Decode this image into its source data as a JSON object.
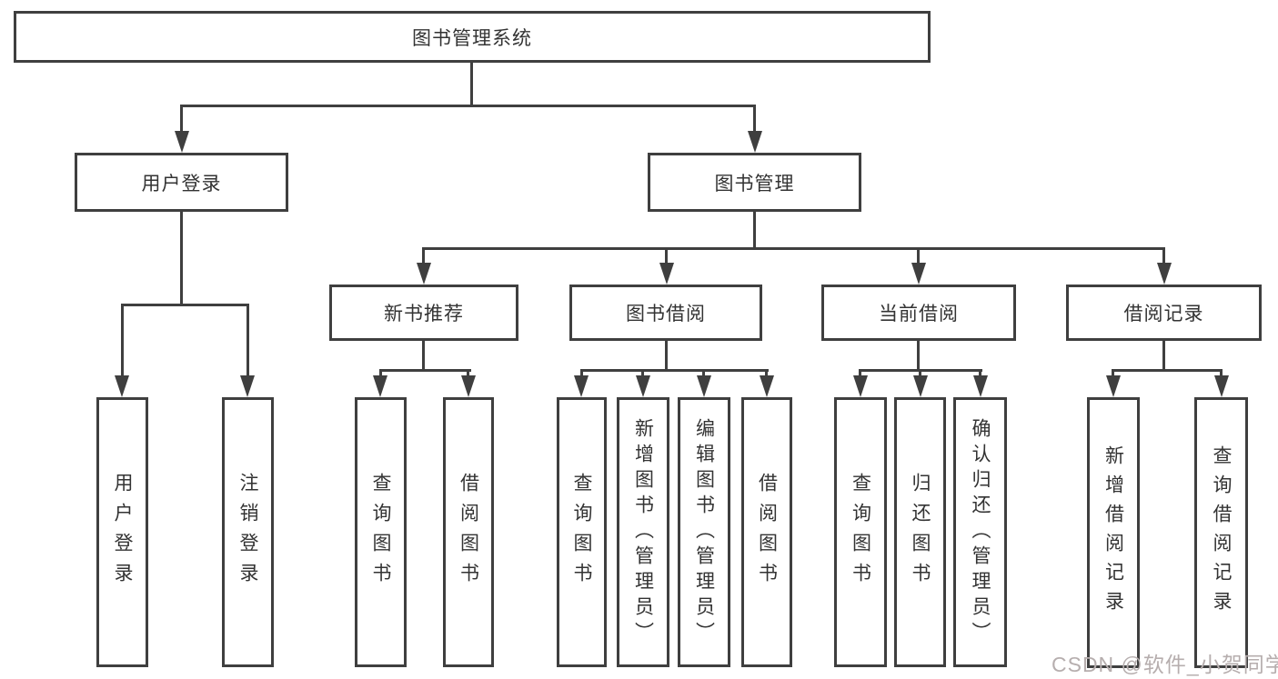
{
  "colors": {
    "line": "#3f3f3f",
    "text": "#333333",
    "box_fill": "#ffffff",
    "watermark": "#b6aeae",
    "background": "#ffffff"
  },
  "tree": {
    "root": {
      "label": "图书管理系统"
    },
    "branches": [
      {
        "label": "用户登录",
        "children": [
          {
            "label": "用户登录"
          },
          {
            "label": "注销登录"
          }
        ]
      },
      {
        "label": "图书管理",
        "children": [
          {
            "label": "新书推荐",
            "children": [
              {
                "label": "查询图书"
              },
              {
                "label": "借阅图书"
              }
            ]
          },
          {
            "label": "图书借阅",
            "children": [
              {
                "label": "查询图书"
              },
              {
                "label": "新增图书（管理员）"
              },
              {
                "label": "编辑图书（管理员）"
              },
              {
                "label": "借阅图书"
              }
            ]
          },
          {
            "label": "当前借阅",
            "children": [
              {
                "label": "查询图书"
              },
              {
                "label": "归还图书"
              },
              {
                "label": "确认归还（管理员）"
              }
            ]
          },
          {
            "label": "借阅记录",
            "children": [
              {
                "label": "新增借阅记录"
              },
              {
                "label": "查询借阅记录"
              }
            ]
          }
        ]
      }
    ]
  },
  "watermark": {
    "text": "CSDN @软件_小贺同学"
  }
}
